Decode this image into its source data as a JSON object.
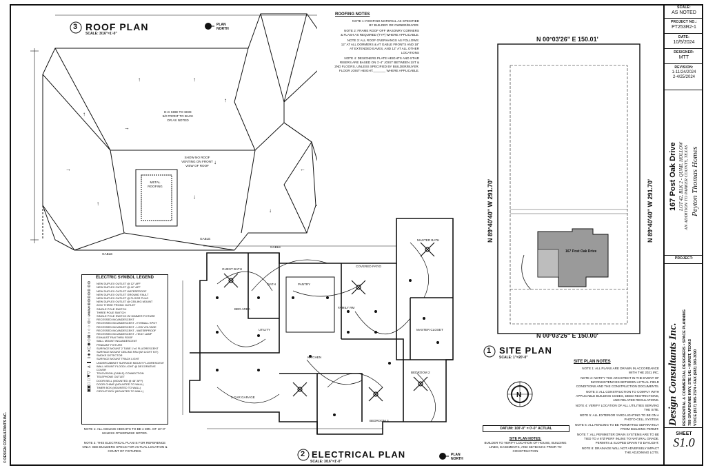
{
  "roof_plan": {
    "number": "3",
    "title": "ROOF PLAN",
    "scale": "SCALE: 3/16\"=1'-0\"",
    "north": "PLAN NORTH",
    "center_note": "D.G SIDE TO SIDE\n5/2 FRONT TO BACK\nOR AS NOTED",
    "vent_note": "SHOW NO ROOF\nVENTING ON FRONT\nVIEW OF ROOF",
    "metal_label": "METAL\nROOFING",
    "gable_labels": [
      "GABLE",
      "GABLE",
      "GABLE"
    ]
  },
  "roofing_notes": {
    "title": "ROOFING NOTES",
    "lines": [
      "NOTE 1: ROOFING MATERIAL AS SPECIFIED",
      "BY BUILDER OR OWNER/BUYER.",
      "NOTE 2: FRAME ROOF OFF MASONRY CORNERS",
      "& FLASH AS REQUIRED (TYP) WHERE APPLICABLE.",
      "NOTE 3: ALL ROOF OVERHANGS AS FOLLOWS:",
      "12\" AT ALL DORMERS & AT GABLE FRONTS AND 18\"",
      "AT EXTENDED EAVES, AND 12\" AT ALL OTHER LOCATIONS",
      "NOTE 4: DESIGNERS PLATE HEIGHTS AND STAIR",
      "RISERS ARE BASED ON 1'-4\" JOIST BETWEEN 1ST &",
      "2ND FLOORS, UNLESS SPECIFIED BY BUILDER/BUYER.",
      "FLOOR JOIST HEIGHT:_______ WHERE APPLICABLE."
    ]
  },
  "legend": {
    "title": "ELECTRIC SYMBOL LEGEND",
    "items": [
      "NEW DUPLEX OUTLET @ 12\" AFF",
      "NEW DUPLEX OUTLET @ 42\" AFF",
      "NEW DUPLEX OUTLET WATERPROOF",
      "NEW DUPLEX OUTLET GROUND FAULT",
      "NEW DUPLEX OUTLET @ FLOOR PLUG",
      "NEW DUPLEX OUTLET @ CEILING MOUNT",
      "220V THREE PRONG OUTLET",
      "SINGLE POLE SWITCH",
      "THREE POLE SWITCH",
      "SINGLE POLE SWITCH W/ DIMMER FIXTURE",
      "RECESSED INCANDESCENT",
      "RECESSED INCANDESCENT - EYEBALL SPOT",
      "RECESSED INCANDESCENT - LOW VOLTAGE",
      "RECESSED INCANDESCENT - WATERPROOF",
      "RECESSED INCANDESCENT - HEAT LAMP",
      "EXHAUST FAN THRU ROOF",
      "WALL MOUNT INCANDESCENT",
      "PENDANT FIXTURE",
      "SURFACE MOUNT 2 TUBE 1'x4' FLUORESCENT",
      "SURFACE MOUNT CEILING FAN (W/ LIGHT KIT)",
      "SMOKE DETECTOR",
      "SURFACE MOUNT TRACK LIGHT",
      "UNDERCABINET SURFACE MOUNT FLUORESCENT",
      "WALL MOUNT FLOOD LIGHT @ DECORATIVE COVER",
      "TELEVISION (CABLE) CONNECTION",
      "TELEPHONE OUTLET",
      "DOOR BELL (MOUNTED @ 48\" AFF)",
      "DOOR CHIME (MOUNTED TO WALL)",
      "TIMER BOX (MOUNTED TO WALL)",
      "CIRCUIT BOX (MOUNTED TO WALL)"
    ],
    "note1": "NOTE 1: ALL CEILING HEIGHTS TO BE A MIN. OF 10'-0\" UNLESS OTHERWISE NOTED.",
    "note2": "NOTE 2: THIS ELECTRICAL PLAN IS FOR REFERENCE ONLY. SEE BUILDERS SPECS FOR ACTUAL LOCATION & COUNT OF FIXTURES."
  },
  "electrical_plan": {
    "number": "2",
    "title": "ELECTRICAL PLAN",
    "scale": "SCALE: 3/16\"=1'-0\"",
    "north": "PLAN NORTH",
    "rooms": [
      "GUEST BATH",
      "BATH",
      "BED AREA",
      "PANTRY",
      "MASTER BATH",
      "COVERED PATIO",
      "FAMILY RM",
      "KITCHEN",
      "UTILITY",
      "2-CAR GARAGE",
      "BEDROOM 2",
      "BEDROOM 3",
      "MASTER CLOSET"
    ]
  },
  "site_plan": {
    "number": "1",
    "title": "SITE PLAN",
    "scale": "SCALE: 1\"=20'-0\"",
    "top_bearing": "N 00°03'26\" E  150.01'",
    "bottom_bearing": "N 00°03'26\" E  150.00'",
    "left_bearing": "N 89°40'40\" W  291.70'",
    "right_bearing": "N 89°40'40\" W  291.70'",
    "house_label": "167 Post Oak Drive",
    "datum": "DATUM: 100'-0\" = 0'-0\" ACTUAL",
    "note_title": "SITE PLAN NOTES:",
    "note_text": "BUILDER TO VERIFY LOCATION OF HOUSE, BUILDING LINES, EASEMENTS, AND SETBACKS PRIOR TO CONSTRUCTION"
  },
  "site_plan_notes": {
    "title": "SITE PLAN NOTES",
    "lines": [
      "NOTE 1: ALL PLANS ARE DRAWN IN ACCORDANCE WITH THE 2021 IRC.",
      "NOTE 2: NOTIFY THE ARCHITECT IN THE EVENT OF INCONSISTENCIES BETWEEN ACTUAL FIELD CONDITIONS AND THE CONSTRUCTION DOCUMENTS.",
      "NOTE 3: ALL CONSTRUCTION TO COMPLY WITH APPLICABLE BUILDING CODES, DEED RESTRICTIONS, AND RELATED REGULATIONS.",
      "NOTE 4: VERIFY LOCATION OF ALL UTILITIES SERVING THE SITE.",
      "NOTE 5: ALL EXTERIOR YARD LIGHTING TO BE ON A PHOTO-CELL SYSTEM.",
      "NOTE 6: ALL FENCING TO BE PERMITTED SEPARATELY FROM BUILDING PERMIT.",
      "NOTE 7: ALL PERIMETER DRAIN SYSTEMS ARE TO BE TIED TO A 6\"Ø PERF INLINE TO NATURAL GRADE. PERMITS & SLOPED DRAIN TO DAYLIGHT.",
      "NOTE 8: DRAINAGE WILL NOT ADVERSELY IMPACT THE ADJOINING LOTS."
    ]
  },
  "title_block": {
    "scale_label": "SCALE:",
    "scale_value": "AS NOTED",
    "project_no_label": "PROJECT NO.:",
    "project_no": "PT253R2-1",
    "date_label": "DATE:",
    "date": "10/5/2024",
    "designer_label": "DESIGNER:",
    "designer": "MTT",
    "revision_label": "REVISION:",
    "revisions": [
      "1-11/24/2024",
      "2-4/25/2024"
    ],
    "address": "167 Post Oak Drive",
    "lot_line": "LOT 42, BLK 2 - QUAIL HOLLOW",
    "addition_line": "AN ADDITION TO PARKER COUNTY, TEXAS",
    "builder": "Peyton Thomas Homes",
    "project_label": "PROJECT:",
    "firm": "Design Consultants Inc.",
    "firm_sub": "RESIDENTIAL & COMMERCIAL DESIGNERS • SPACE PLANNING",
    "firm_address": "799 GRAPEVINE HWY, STE 141 • HURST, TEXAS",
    "firm_phone": "VOICE (817) 905-7374 • FAX (682) 393-3090",
    "sheet_label": "SHEET",
    "sheet_no": "S1.0",
    "copyright": "© DESIGN CONSULTANTS INC."
  }
}
